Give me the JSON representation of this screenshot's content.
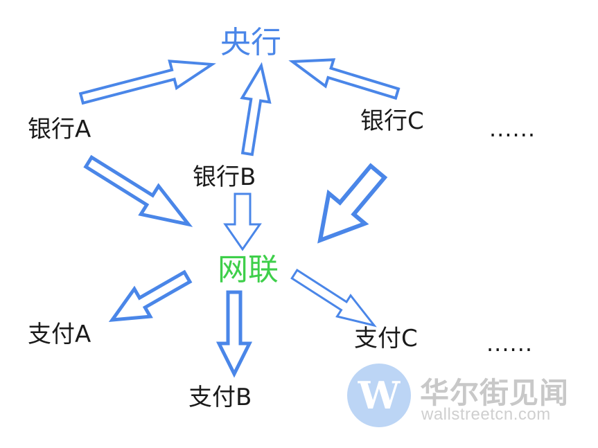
{
  "nodes": {
    "central_bank": "央行",
    "bank_a": "银行A",
    "bank_b": "银行B",
    "bank_c": "银行C",
    "banks_more": "......",
    "netunion": "网联",
    "pay_a": "支付A",
    "pay_b": "支付B",
    "pay_c": "支付C",
    "pays_more": "......"
  },
  "watermark": {
    "name": "华尔街见闻",
    "url": "wallstreetcn.com",
    "logo_letter": "W"
  },
  "colors": {
    "arrow": "#4a86e8",
    "central_bank_text": "#4a86e8",
    "netunion_text": "#3ecf4a",
    "node_text": "#1a1a1a",
    "watermark_text": "#c8c8c8",
    "watermark_logo": "#bcd5f5"
  }
}
